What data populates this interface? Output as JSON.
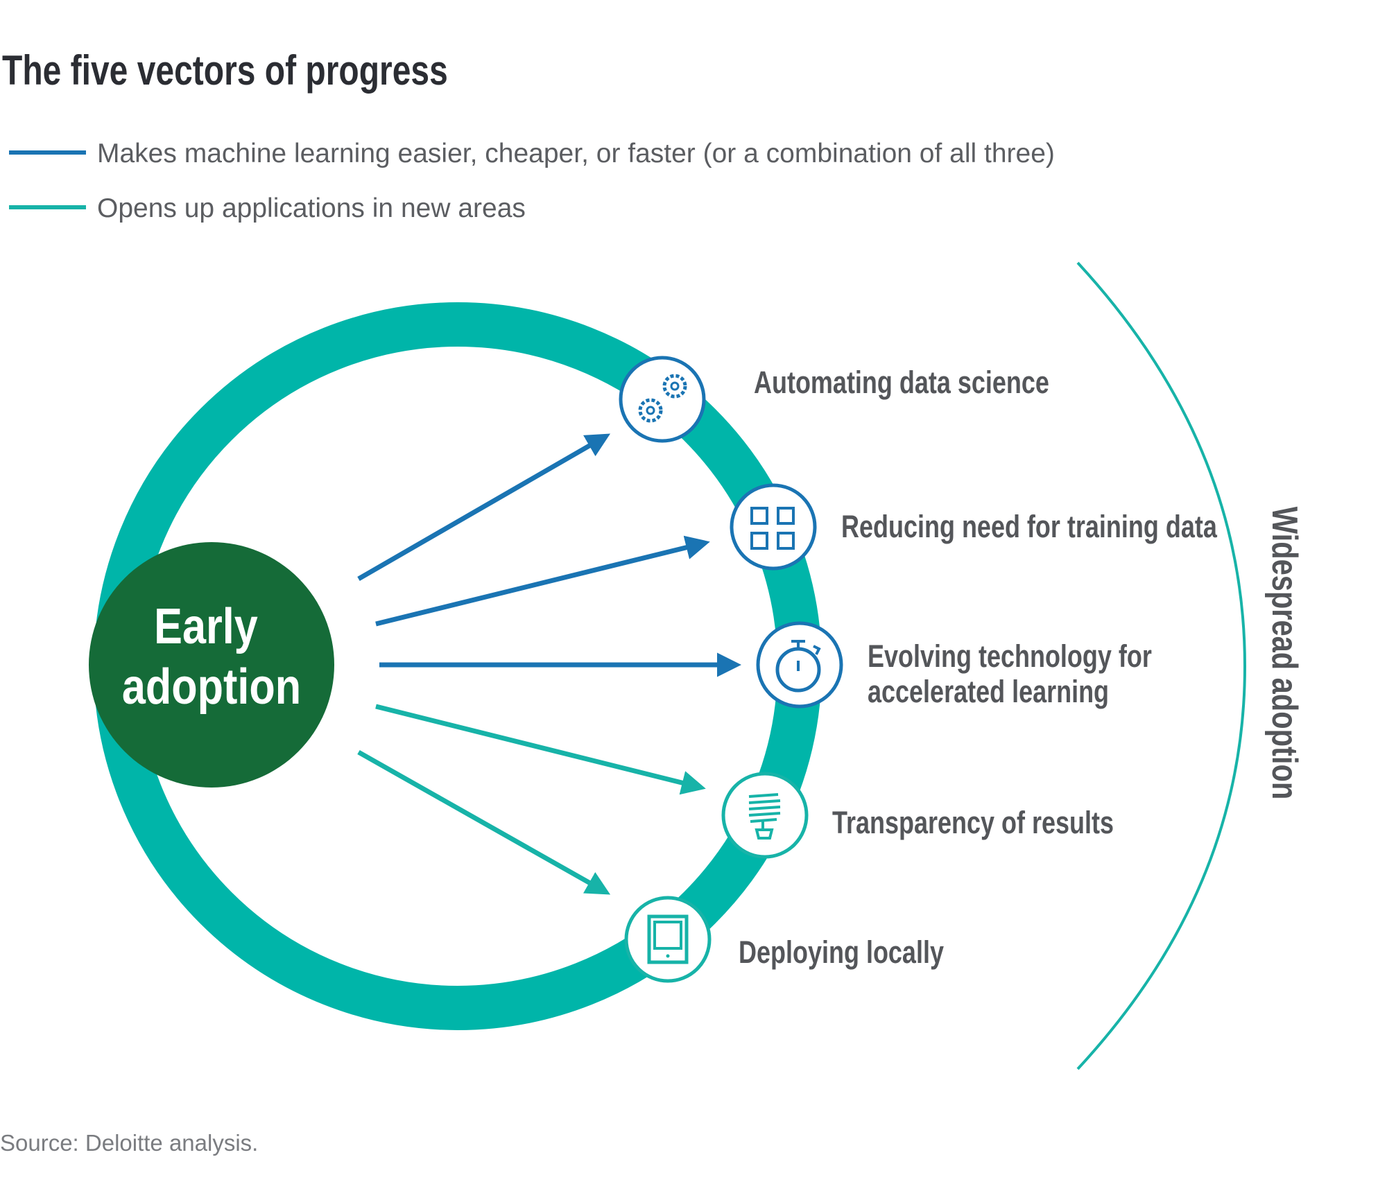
{
  "title": "The five vectors of progress",
  "legend": [
    {
      "label": "Makes machine learning easier, cheaper, or faster (or a combination of all three)",
      "color": "#1a74b3"
    },
    {
      "label": "Opens up applications in new areas",
      "color": "#17b3a8"
    }
  ],
  "center": {
    "line1": "Early",
    "line2": "adoption",
    "color": "#156b38"
  },
  "ring_color": "#00b5a9",
  "vectors": [
    {
      "label": "Automating data science",
      "icon": "gears-icon",
      "type": "easier"
    },
    {
      "label": "Reducing need for training data",
      "icon": "grid-icon",
      "type": "easier"
    },
    {
      "label_line1": "Evolving technology for",
      "label_line2": "accelerated learning",
      "icon": "stopwatch-icon",
      "type": "easier"
    },
    {
      "label": "Transparency of results",
      "icon": "lightbulb-icon",
      "type": "new-areas"
    },
    {
      "label": "Deploying locally",
      "icon": "tablet-icon",
      "type": "new-areas"
    }
  ],
  "outcome": "Widespread adoption",
  "source": "Source: Deloitte analysis."
}
